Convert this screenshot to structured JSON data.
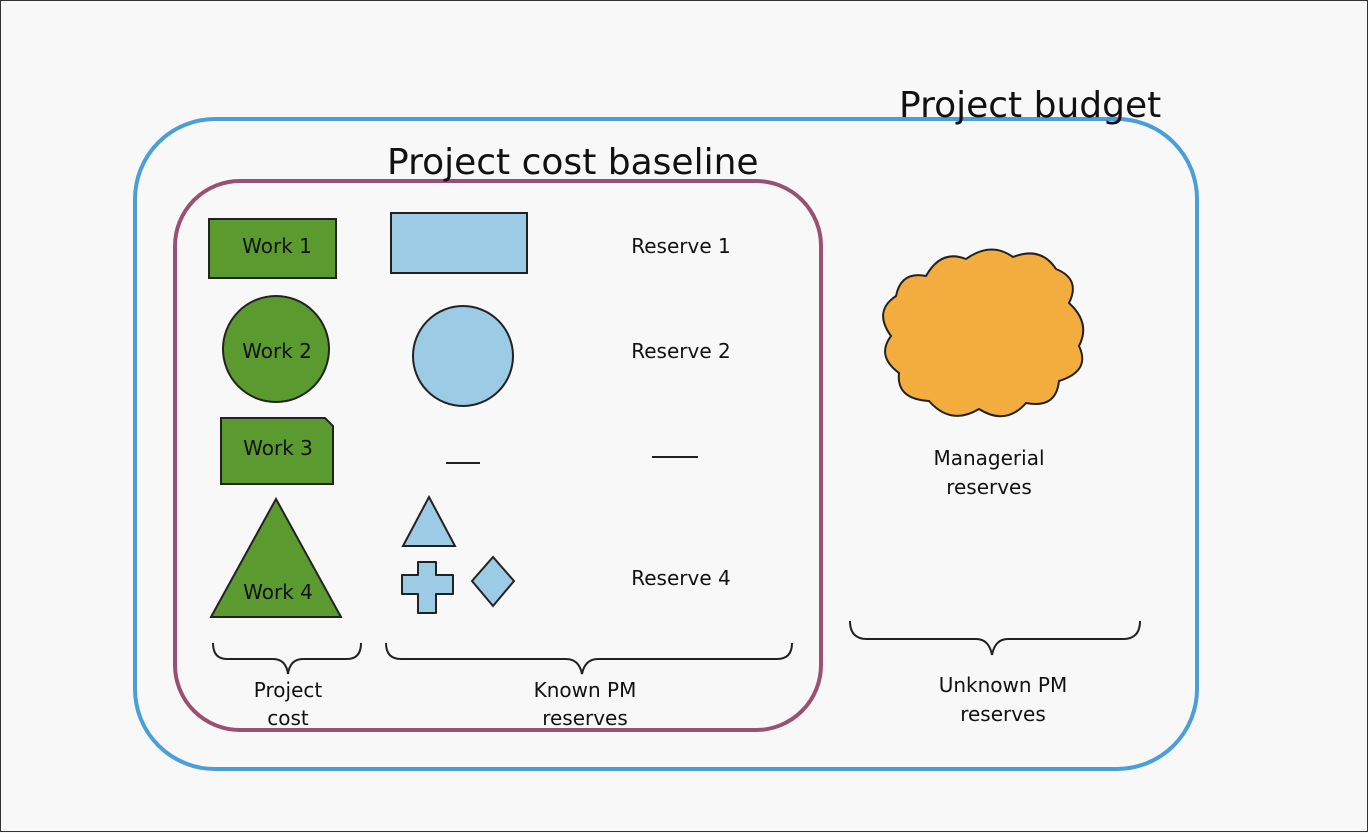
{
  "title": "Project budget",
  "baseline_title": "Project cost baseline",
  "work_items": [
    {
      "label": "Work 1",
      "shape": "rectangle"
    },
    {
      "label": "Work 2",
      "shape": "circle"
    },
    {
      "label": "Work 3",
      "shape": "notched-rectangle"
    },
    {
      "label": "Work 4",
      "shape": "triangle"
    }
  ],
  "reserves": [
    {
      "label": "Reserve 1",
      "shape": "rectangle"
    },
    {
      "label": "Reserve 2",
      "shape": "circle"
    },
    {
      "label": "",
      "shape": "dash"
    },
    {
      "label": "Reserve 4",
      "shape": "triangle-cross-diamond"
    }
  ],
  "managerial": {
    "line1": "Managerial",
    "line2": "reserves",
    "shape": "cloud"
  },
  "groups": {
    "project_cost": {
      "line1": "Project",
      "line2": "cost"
    },
    "known_pm": {
      "line1": "Known PM",
      "line2": "reserves"
    },
    "unknown_pm": {
      "line1": "Unknown PM",
      "line2": "reserves"
    }
  },
  "colors": {
    "budget_border": "#4a9fd8",
    "baseline_border": "#9a5070",
    "work_fill": "#5a9a2e",
    "reserve_fill": "#9ccbe6",
    "cloud_fill": "#f3ad3f",
    "stroke": "#222222"
  }
}
